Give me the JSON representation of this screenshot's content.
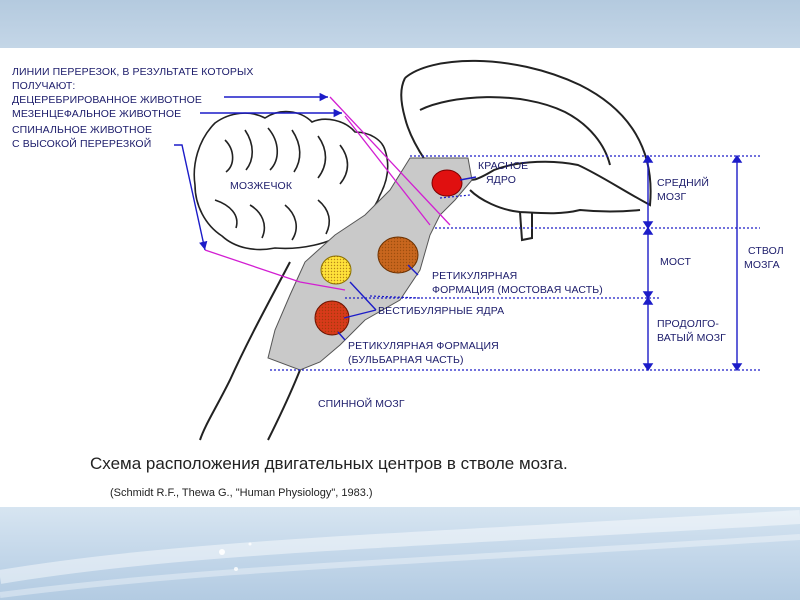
{
  "labels": {
    "cut_lines_intro_1": "ЛИНИИ ПЕРЕРЕЗОК, В РЕЗУЛЬТАТЕ КОТОРЫХ",
    "cut_lines_intro_2": "ПОЛУЧАЮТ:",
    "decerebrate": "ДЕЦЕРЕБРИРОВАННОЕ ЖИВОТНОЕ",
    "mesencephalic": "МЕЗЕНЦЕФАЛЬНОЕ ЖИВОТНОЕ",
    "spinal_1": "СПИНАЛЬНОЕ ЖИВОТНОЕ",
    "spinal_2": "С ВЫСОКОЙ ПЕРЕРЕЗКОЙ",
    "cerebellum": "МОЗЖЕЧОК",
    "red_nucleus_1": "КРАСНОЕ",
    "red_nucleus_2": "ЯДРО",
    "midbrain_1": "СРЕДНИЙ",
    "midbrain_2": "МОЗГ",
    "pons": "МОСТ",
    "brainstem_1": "СТВОЛ",
    "brainstem_2": "МОЗГА",
    "reticular_pontine_1": "РЕТИКУЛЯРНАЯ",
    "reticular_pontine_2": "ФОРМАЦИЯ (МОСТОВАЯ ЧАСТЬ)",
    "vestibular": "ВЕСТИБУЛЯРНЫЕ ЯДРА",
    "medulla_1": "ПРОДОЛГО-",
    "medulla_2": "ВАТЫЙ МОЗГ",
    "reticular_bulbar_1": "РЕТИКУЛЯРНАЯ ФОРМАЦИЯ",
    "reticular_bulbar_2": "(БУЛЬБАРНАЯ ЧАСТЬ)",
    "spinal_cord": "СПИННОЙ МОЗГ"
  },
  "caption": "Схема расположения двигательных центров в стволе мозга.",
  "citation": "(Schmidt R.F., Thewa G., \"Human Physiology\", 1983.)",
  "colors": {
    "label_text": "#1b1b6a",
    "arrow_blue": "#1c1cc8",
    "cut_magenta": "#d21ed2",
    "stem_gray": "#c9c9c9",
    "red_nucleus": "#e01010",
    "reticular_pontine": "#c8661e",
    "vestibular": "#ffe23a",
    "reticular_bulbar": "#d83a1a"
  }
}
